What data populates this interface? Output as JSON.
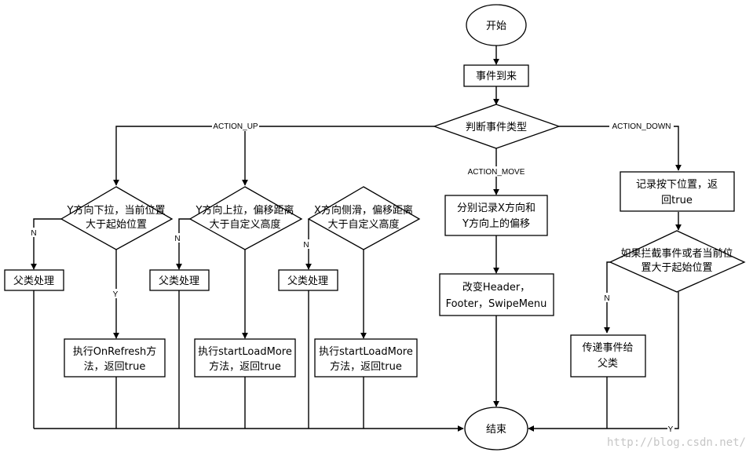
{
  "nodes": {
    "start": "开始",
    "event_arrives": "事件到来",
    "judge_type": "判断事件类型",
    "down_record": [
      "记录按下位置，返",
      "回true"
    ],
    "move_record": [
      "分别记录X方向和",
      "Y方向上的偏移"
    ],
    "change_views": [
      "改变Header，",
      "Footer，SwipeMenu"
    ],
    "down_check": [
      "如果拦截事件或者当前位",
      "置大于起始位置"
    ],
    "pass_to_parent": [
      "传递事件给",
      "父类"
    ],
    "up_cond_1": [
      "Y方向下拉，当前位置",
      "大于起始位置"
    ],
    "up_cond_2": [
      "Y方向上拉，偏移距离",
      "大于自定义高度"
    ],
    "up_cond_3": [
      "X方向侧滑，偏移距离",
      "大于自定义高度"
    ],
    "parent_1": "父类处理",
    "parent_2": "父类处理",
    "parent_3": "父类处理",
    "exec_refresh": [
      "执行OnRefresh方",
      "法，返回true"
    ],
    "exec_loadmore_1": [
      "执行startLoadMore",
      "方法，返回true"
    ],
    "exec_loadmore_2": [
      "执行startLoadMore",
      "方法，返回true"
    ],
    "end": "结束"
  },
  "labels": {
    "action_up": "ACTION_UP",
    "action_down": "ACTION_DOWN",
    "action_move": "ACTION_MOVE",
    "n1": "N",
    "n2": "N",
    "n3": "N",
    "n4": "N",
    "y1": "Y",
    "y2": "Y"
  },
  "watermark": "http://blog.csdn.net/"
}
